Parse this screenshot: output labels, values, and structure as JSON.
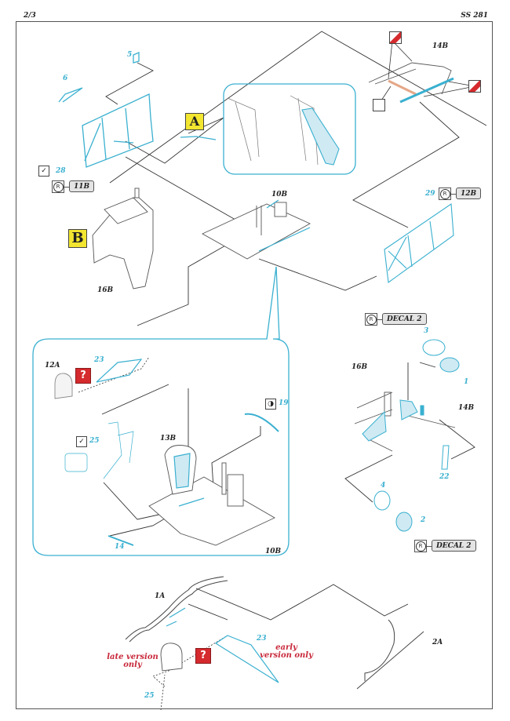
{
  "page": {
    "page_number": "2/3",
    "product_code": "SS 281"
  },
  "callouts": {
    "A": "A",
    "B": "B",
    "question": "?"
  },
  "parts": {
    "p5": "5",
    "p6": "6",
    "p28": "28",
    "p29": "29",
    "p3": "3",
    "p1": "1",
    "p4": "4",
    "p2": "2",
    "p22": "22",
    "p23_detail": "23",
    "p25_detail": "25",
    "p19": "19",
    "p14": "14",
    "p23_bottom": "23",
    "p25_bottom": "25"
  },
  "kit_parts": {
    "k14B_top": "14B",
    "k10B_top": "10B",
    "k16B_left": "16B",
    "k16B_right": "16B",
    "k14B_right": "14B",
    "k12A": "12A",
    "k13B": "13B",
    "k10B_detail": "10B",
    "k1A": "1A",
    "k2A": "2A"
  },
  "tags": {
    "t11B": "11B",
    "t12B": "12B",
    "decal_top": "DECAL 2",
    "decal_bottom": "DECAL 2"
  },
  "icons": {
    "remove_symbol": "R",
    "bend_symbol": "✓",
    "paint_symbol": "◑"
  },
  "notes": {
    "late_version": "late version only",
    "early_version": "early version only"
  },
  "colors": {
    "photoetch": "#3ab0d0",
    "callout_yellow": "#f3e630",
    "warning_red": "#d52a2e",
    "note_red": "#c8283a"
  }
}
